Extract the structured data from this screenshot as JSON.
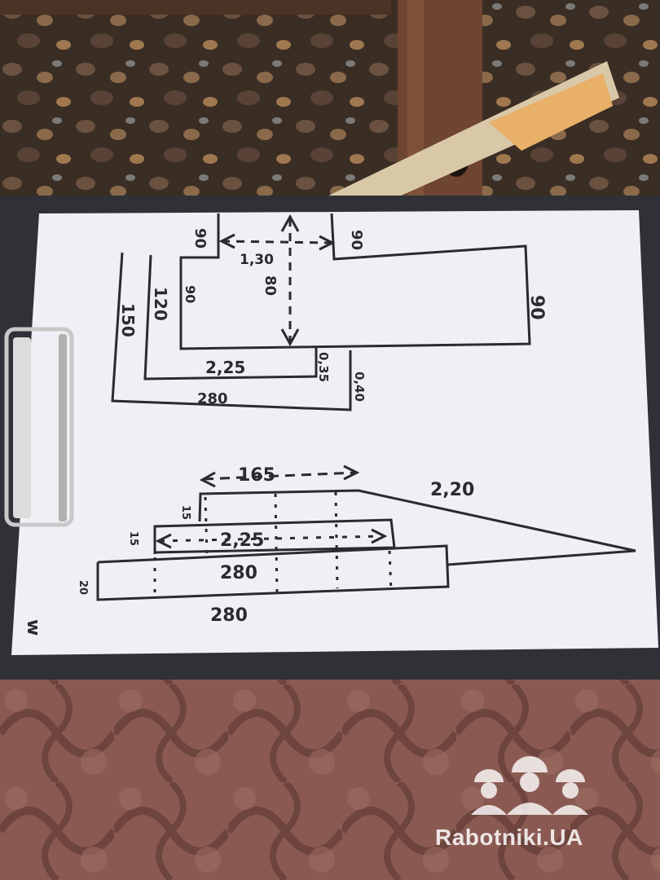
{
  "top_plan": {
    "labels": {
      "corner_top_left": "90",
      "arrow_width": "1,30",
      "arrow_depth": "80",
      "corner_top_right": "90",
      "right_side": "90",
      "side_150": "150",
      "side_120": "120",
      "side_90": "90",
      "step_width": "2,25",
      "step_gap": "0,35",
      "base_width": "280",
      "base_gap": "0,40"
    }
  },
  "side_view": {
    "labels": {
      "top_length": "165",
      "slope_length": "2,20",
      "top_height": "15",
      "middle_height": "15",
      "middle_length": "2,25",
      "middle_inner": "280",
      "base_height": "20",
      "base_length": "280"
    }
  },
  "signature": "w",
  "watermark": {
    "text": "Rabotniki.UA"
  }
}
